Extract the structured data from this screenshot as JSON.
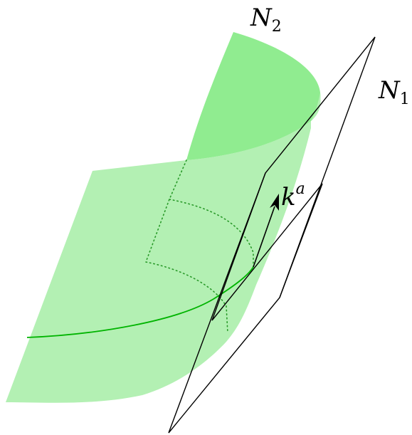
{
  "labels": {
    "surface_n2": {
      "main": "N",
      "sub": "2"
    },
    "plane_n1": {
      "main": "N",
      "sub": "1"
    },
    "vector_k": {
      "main": "k",
      "sup": "a"
    }
  },
  "colors": {
    "surface_light": "#b3f0b3",
    "surface_dark": "#90ec90",
    "curve": "#00b400",
    "plane_stroke": "#000000",
    "dotted": "#2a9a2a",
    "arrow": "#000000"
  }
}
